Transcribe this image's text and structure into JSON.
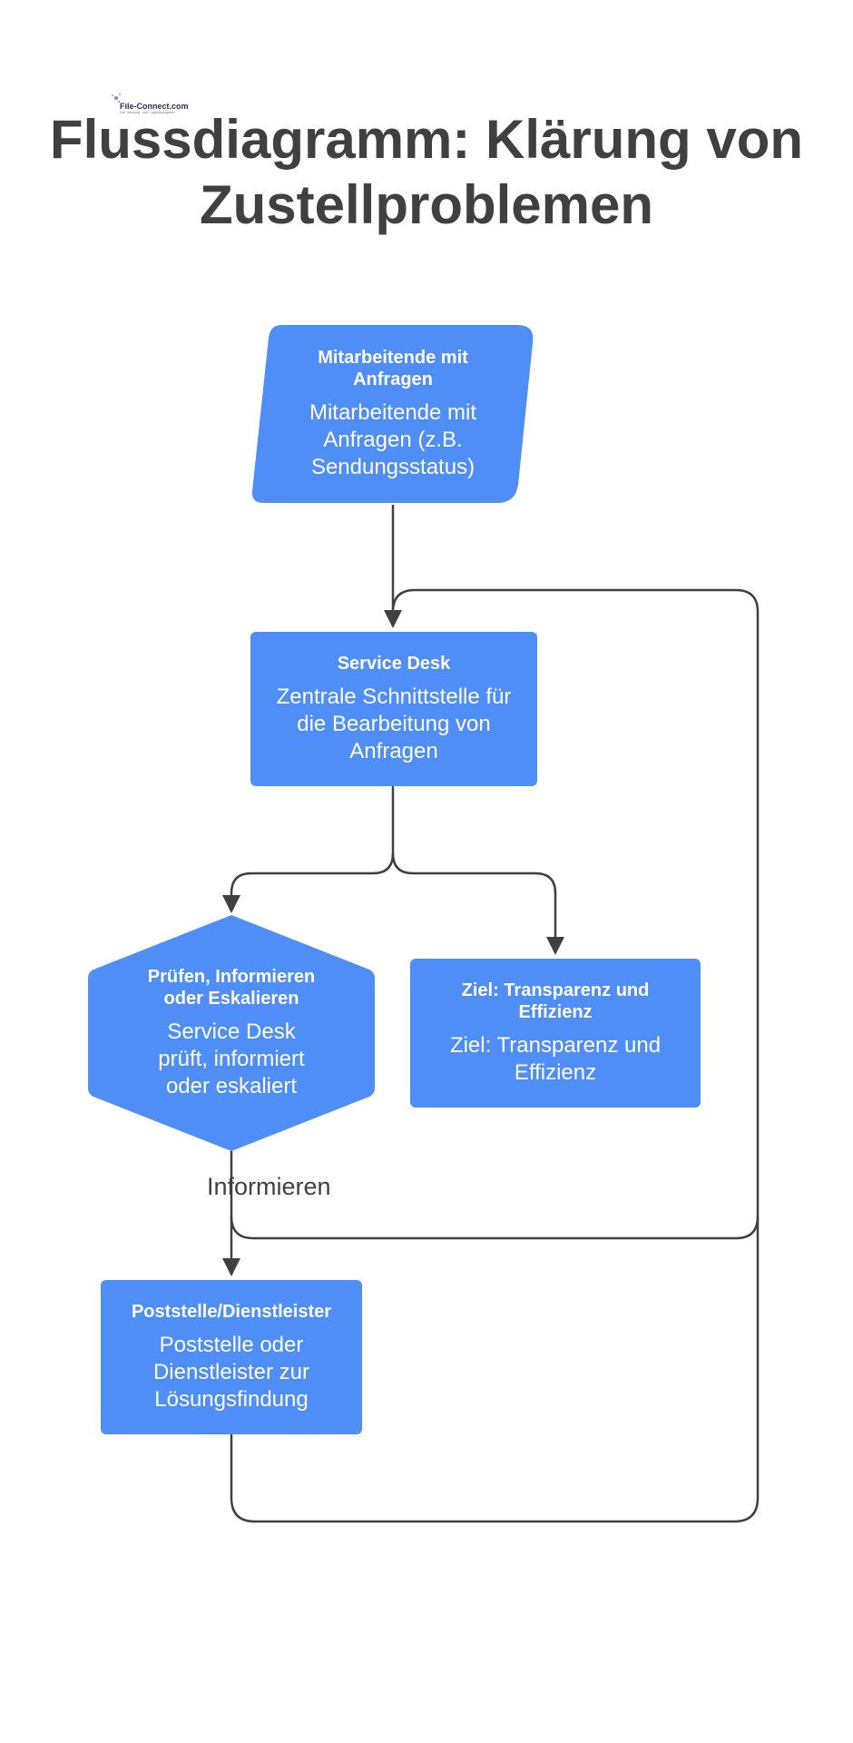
{
  "logo": {
    "name": "File-Connect.com",
    "tagline": "Der Versand- und Logistikratgeber"
  },
  "title": "Flussdiagramm: Klärung von Zustellproblemen",
  "colors": {
    "node_fill": "#4f8ef7",
    "edge": "#404040",
    "title": "#404040"
  },
  "nodes": {
    "employees": {
      "title": "Mitarbeitende mit Anfragen",
      "text": "Mitarbeitende mit Anfragen (z.B. Sendungsstatus)",
      "shape": "parallelogram"
    },
    "servicedesk": {
      "title": "Service Desk",
      "text": "Zentrale Schnittstelle für die Bearbeitung von Anfragen",
      "shape": "rectangle"
    },
    "check": {
      "title": "Prüfen, Informieren oder Eskalieren",
      "text": "Service Desk prüft, informiert oder eskaliert",
      "shape": "hexagon"
    },
    "goal": {
      "title": "Ziel: Transparenz und Effizienz",
      "text": "Ziel: Transparenz und Effizienz",
      "shape": "rectangle"
    },
    "poststelle": {
      "title": "Poststelle/Dienstleister",
      "text": "Poststelle oder Dienstleister zur Lösungsfindung",
      "shape": "rectangle"
    }
  },
  "edges": [
    {
      "from": "employees",
      "to": "servicedesk",
      "label": ""
    },
    {
      "from": "servicedesk",
      "to": "check",
      "label": ""
    },
    {
      "from": "servicedesk",
      "to": "goal",
      "label": ""
    },
    {
      "from": "check",
      "to": "poststelle",
      "label": "Informieren"
    },
    {
      "from": "check",
      "to": "servicedesk",
      "label": ""
    },
    {
      "from": "poststelle",
      "to": "servicedesk",
      "label": ""
    }
  ]
}
